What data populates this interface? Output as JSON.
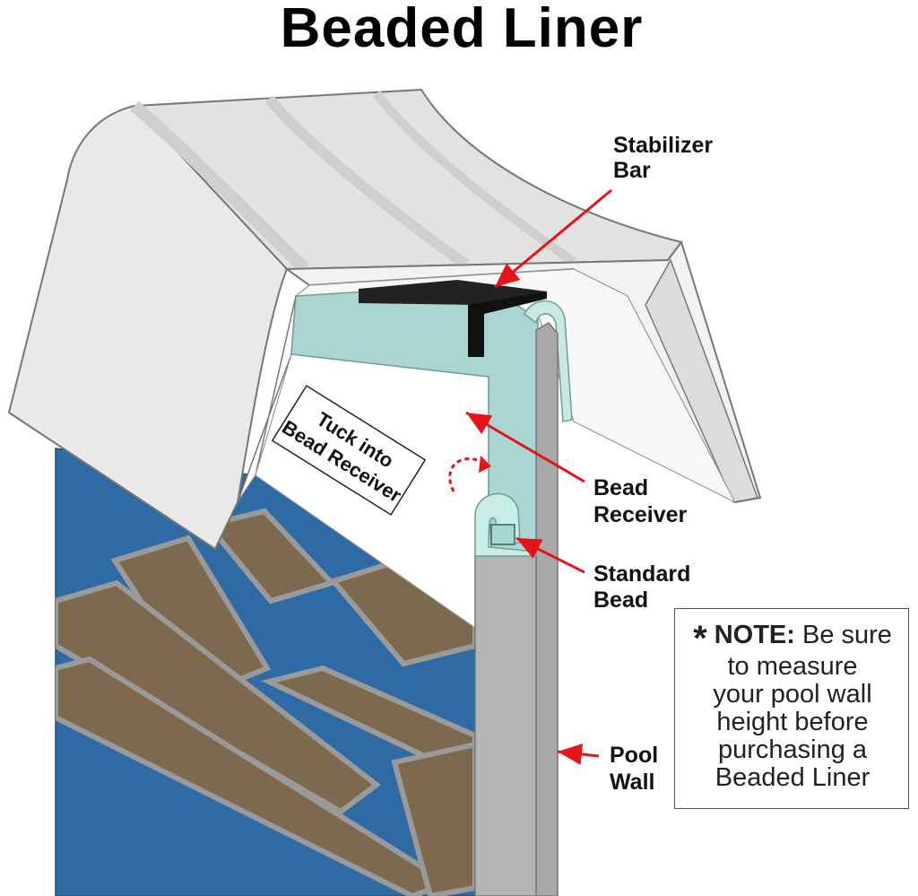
{
  "title": "Beaded Liner",
  "labels": {
    "stabilizer_bar": [
      "Stabilizer",
      "Bar"
    ],
    "bead_receiver": [
      "Bead",
      "Receiver"
    ],
    "standard_bead": [
      "Standard",
      "Bead"
    ],
    "pool_wall": [
      "Pool",
      "Wall"
    ]
  },
  "tuck_label": [
    "Tuck into",
    "Bead Receiver"
  ],
  "note": {
    "star": "*",
    "heading": "NOTE:",
    "lines": [
      "Be sure",
      "to measure",
      "your pool wall",
      "height before",
      "purchasing a",
      "Beaded Liner"
    ]
  },
  "colors": {
    "pool_blue": "#2e6aa3",
    "brick": "#7d6a4e",
    "coping": "#e8e8e8",
    "receiver": "#a9d6d0",
    "wall": "#b4b4b4",
    "stabilizer": "#1a1a1a",
    "arrow": "#e8121a"
  }
}
